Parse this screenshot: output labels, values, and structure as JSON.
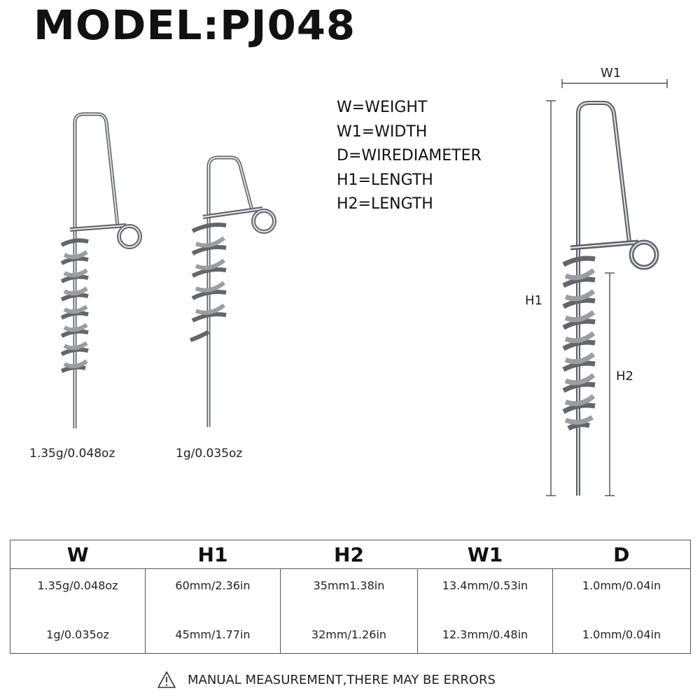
{
  "title": "MODEL:PJ048",
  "legend": [
    "W=WEIGHT",
    "W1=WIDTH",
    "D=WIREDIAMETER",
    "H1=LENGTH",
    "H2=LENGTH"
  ],
  "products": [
    {
      "weight_label": "1.35g/0.048oz"
    },
    {
      "weight_label": "1g/0.035oz"
    }
  ],
  "dimension_labels": {
    "w1": "W1",
    "h1": "H1",
    "h2": "H2"
  },
  "table": {
    "headers": [
      "W",
      "H1",
      "H2",
      "W1",
      "D"
    ],
    "rows": [
      [
        "1.35g/0.048oz",
        "60mm/2.36in",
        "35mm1.38in",
        "13.4mm/0.53in",
        "1.0mm/0.04in"
      ],
      [
        "1g/0.035oz",
        "45mm/1.77in",
        "32mm/1.26in",
        "12.3mm/0.48in",
        "1.0mm/0.04in"
      ]
    ]
  },
  "notice": {
    "icon": "warning-icon",
    "text": "MANUAL MEASUREMENT,THERE MAY BE ERRORS"
  },
  "colors": {
    "text": "#1a1a1a",
    "metal": "#8a8d92",
    "metal_light": "#e6e8eb",
    "border": "#555555"
  }
}
